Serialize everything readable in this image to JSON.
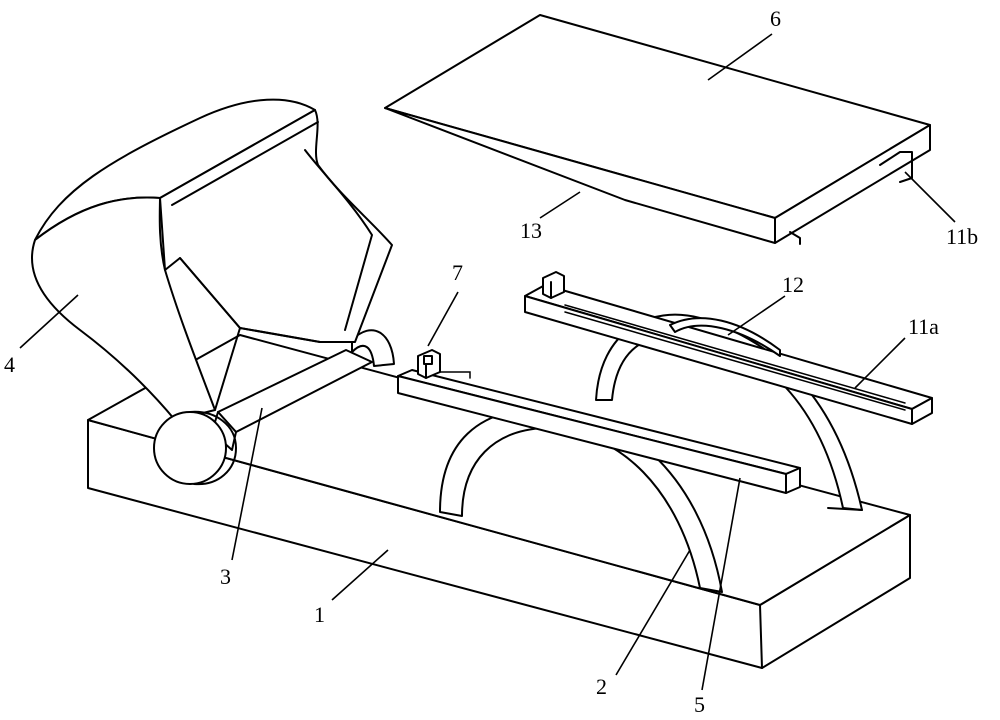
{
  "labels": {
    "base": "1",
    "arch": "2",
    "support_plate": "3",
    "head_cover": "4",
    "front_rail": "5",
    "top_cover": "6",
    "clip": "7",
    "side_rail": "11a",
    "cover_latch": "11b",
    "saddle": "12",
    "notch": "13"
  },
  "colors": {
    "stroke": "#000000",
    "fill": "#ffffff"
  }
}
